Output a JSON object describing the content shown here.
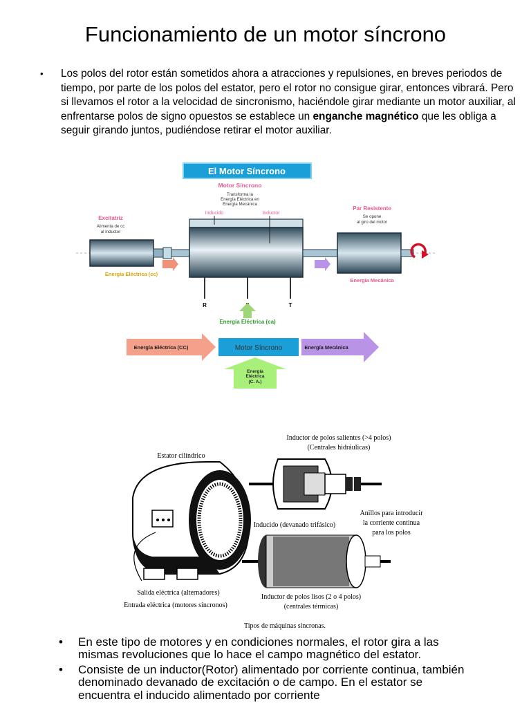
{
  "title": "Funcionamiento de un motor síncrono",
  "bullet_mark": "•",
  "paragraph": {
    "before_bold": "Los polos del rotor están sometidos ahora a atracciones y repulsiones, en breves periodos de tiempo, por parte de los polos del estator, pero el rotor no consigue girar, entonces vibrará. Pero si llevamos el rotor a la velocidad de sincronismo, haciéndole girar mediante un motor auxiliar, al enfrentarse polos de signo opuestos se establece un ",
    "bold": "enganche magnético",
    "after_bold": " que les obliga a seguir girando juntos, pudiéndose retirar el motor auxiliar."
  },
  "diagram1": {
    "header": "El Motor Síncrono",
    "motor_title": "Motor Síncrono",
    "motor_desc": [
      "Transforma la",
      "Energía Eléctrica en",
      "Energía Mecánica"
    ],
    "inducido": "Inducido",
    "inductor": "Inductor",
    "excitatriz": "Excitatriz",
    "excitatriz_desc": [
      "Alimenta de cc",
      "al inductor"
    ],
    "par_resistente": "Par Resistente",
    "par_desc": [
      "Se opone",
      "al giro del motor"
    ],
    "energia_cc": "Energía Eléctrica (cc)",
    "energia_mecanica": "Energía Mecánica",
    "terminals": [
      "R",
      "S",
      "T"
    ],
    "energia_ca": "Energía Eléctrica (ca)",
    "flow_left": "Energía Eléctrica (CC)",
    "flow_center": "Motor Síncrono",
    "flow_right": "Energía Mecánica",
    "flow_bottom": [
      "Energía",
      "Eléctrica",
      "(C. A.)"
    ],
    "colors": {
      "header_bg": "#1a9fd8",
      "accent_red": "#e0262e",
      "pink": "#e85a8f",
      "green": "#33aa33",
      "purple": "#b993e6",
      "salmon": "#f4a08a",
      "lightgreen": "#a9f07a"
    }
  },
  "diagram2": {
    "estator": "Estator cilíndrico",
    "inductor_salientes": [
      "Inductor de polos salientes (>4 polos)",
      "(Centrales hidráulicas)"
    ],
    "inducido": "Inducido (devanado trifásico)",
    "anillos": [
      "Anillos para introducir",
      "la corriente continua",
      "para los polos"
    ],
    "salida": "Salida eléctrica (alternadores)",
    "entrada": "Entrada eléctrica (motores síncronos)",
    "inductor_lisos": [
      "Inductor de polos lisos (2 o 4 polos)",
      "(centrales térmicas)"
    ],
    "caption": "Tipos de máquinas síncronas."
  },
  "list": [
    "En este tipo de motores y en condiciones normales, el rotor gira a las mismas revoluciones que lo hace el campo magnético del estator.",
    "Consiste de un inductor(Rotor) alimentado por corriente continua, también denominado devanado de excitación o de campo. En el estator se encuentra el inducido alimentado por corriente"
  ]
}
